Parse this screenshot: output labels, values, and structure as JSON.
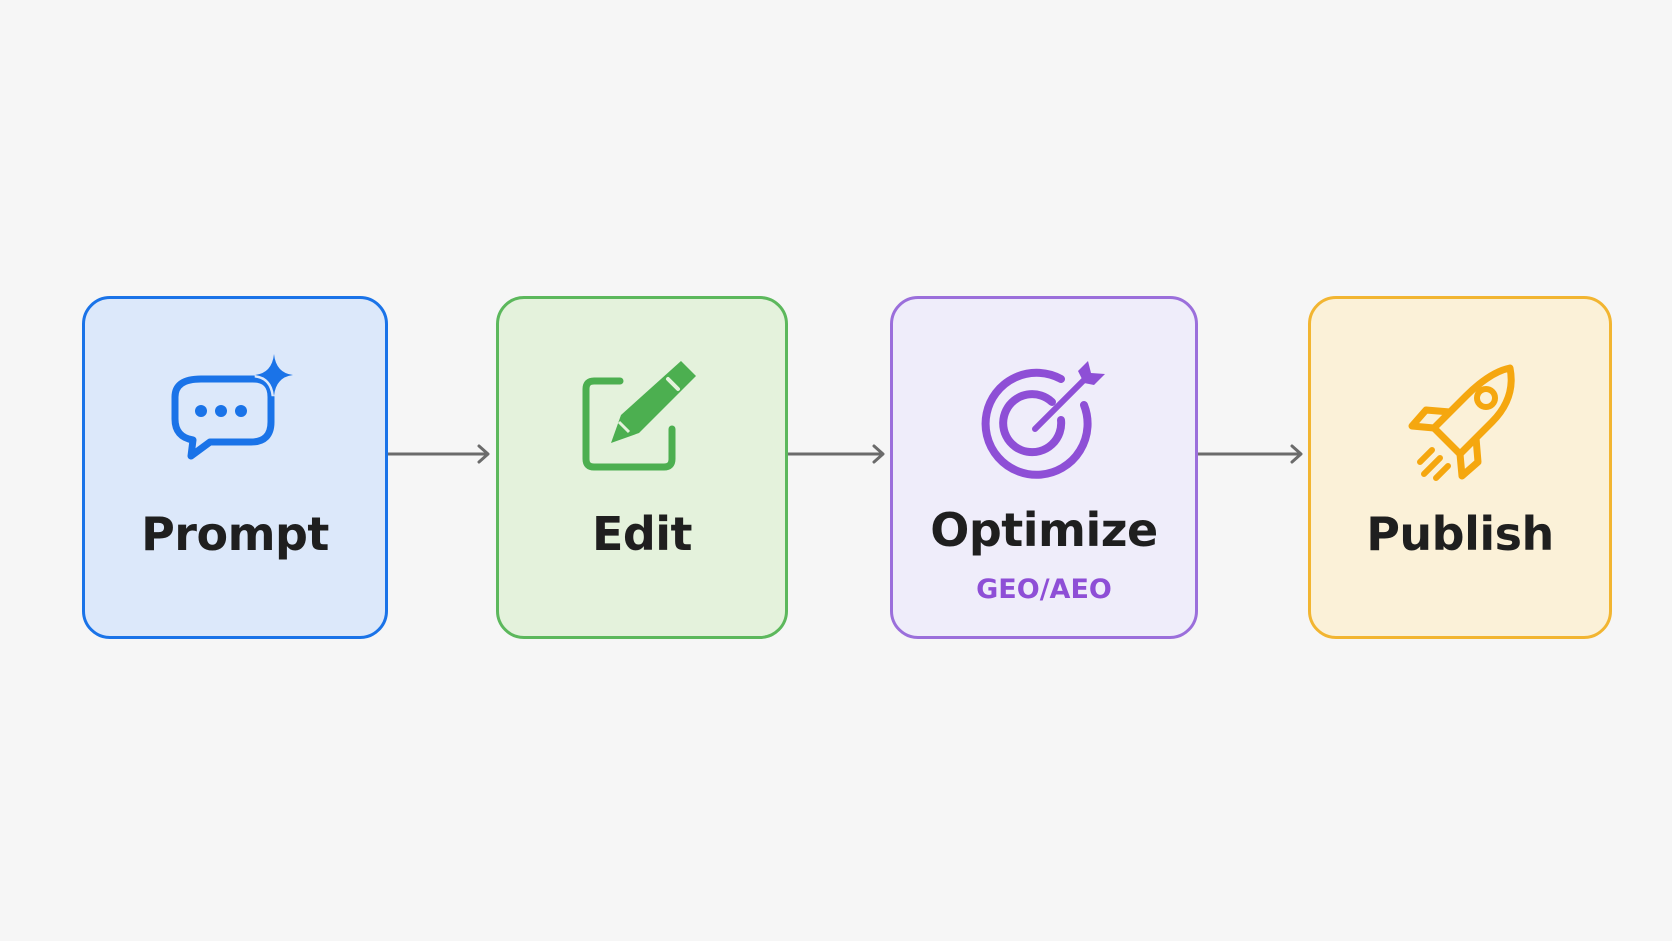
{
  "steps": [
    {
      "label": "Prompt",
      "icon": "chat-sparkle-icon",
      "color": "#1a73e8"
    },
    {
      "label": "Edit",
      "icon": "edit-icon",
      "color": "#4caf50"
    },
    {
      "label": "Optimize",
      "sublabel": "GEO/AEO",
      "icon": "target-icon",
      "color": "#8e4fd6"
    },
    {
      "label": "Publish",
      "icon": "rocket-icon",
      "color": "#f5a70f"
    }
  ]
}
